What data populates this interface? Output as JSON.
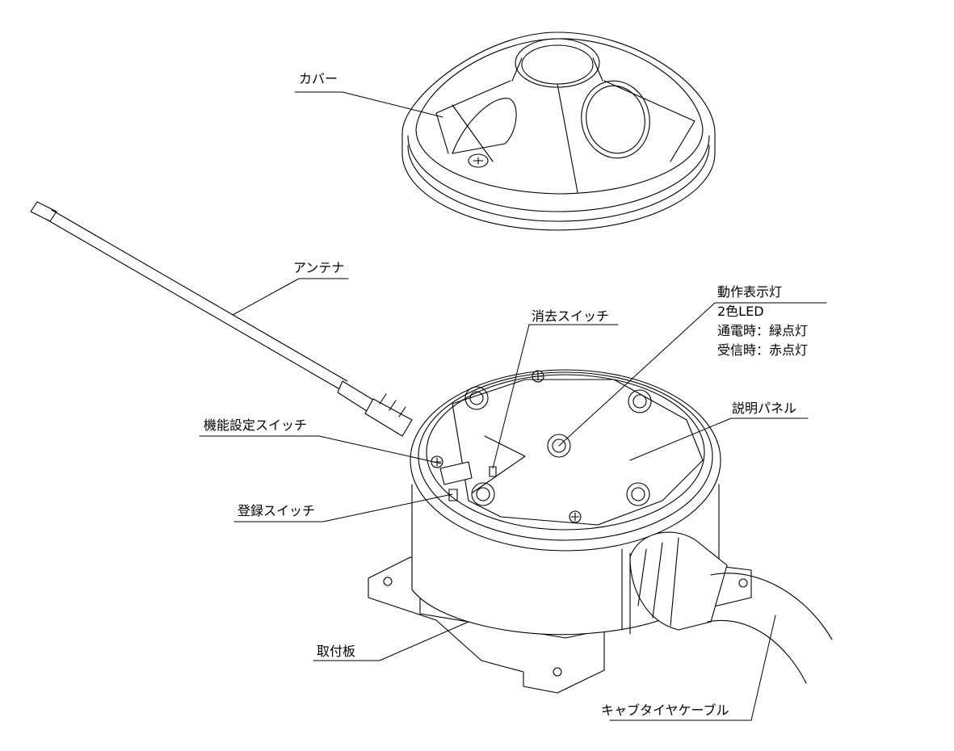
{
  "labels": {
    "cover": "カバー",
    "antenna": "アンテナ",
    "clear_switch": "消去スイッチ",
    "indicator": {
      "title": "動作表示灯",
      "line1": "2色LED",
      "line2": "通電時：緑点灯",
      "line3": "受信時：赤点灯"
    },
    "function_switch": "機能設定スイッチ",
    "panel": "説明パネル",
    "register_switch": "登録スイッチ",
    "bracket": "取付板",
    "cable": "キャブタイヤケーブル"
  }
}
